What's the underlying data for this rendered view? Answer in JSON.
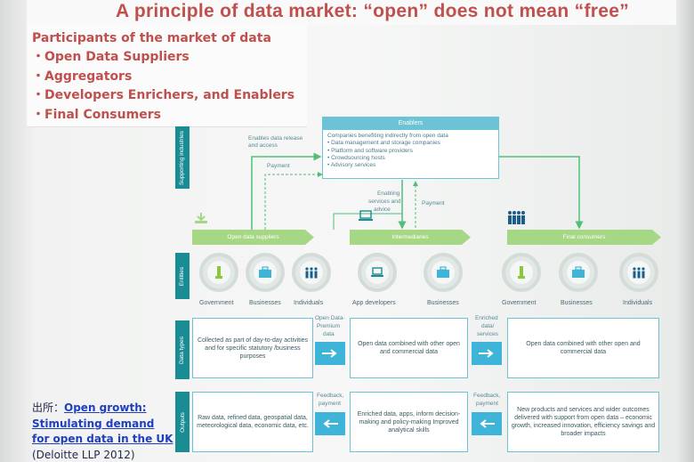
{
  "slide": {
    "title": "A principle of data market: “open” does not mean “free”"
  },
  "participants": {
    "heading": "Participants of the market of data",
    "items": [
      "・Open Data Suppliers",
      "・Aggregators",
      "・Developers Enrichers, and Enablers",
      "・Final Consumers"
    ]
  },
  "diagram": {
    "supporting_industries": "Supporting industries",
    "entities_tab": "Entities",
    "data_types_tab": "Data types",
    "outputs_tab": "Outputs",
    "enablers": {
      "head": "Enablers",
      "lines": [
        "Companies benefiting indirectly from open data",
        "• Data management and storage companies",
        "• Platform and software providers",
        "• Crowdsourcing hosts",
        "• Advisory services"
      ]
    },
    "labels": {
      "enables_release_1": "Enables data release",
      "enables_release_2": "and access",
      "payment_top": "Payment",
      "enabling_1": "Enabling",
      "enabling_2": "services and",
      "enabling_3": "advice",
      "payment_mid": "Payment"
    },
    "chevrons": [
      "Open data suppliers",
      "Intermediaries",
      "Final consumers"
    ],
    "entities": [
      "Government",
      "Businesses",
      "Individuals",
      "App developers",
      "Businesses",
      "Government",
      "Businesses",
      "Individuals"
    ],
    "data_types": {
      "box1": "Collected as part of day-to-day activities and for specific statutory /business purposes",
      "box2": "Open data combined with other open and commercial data",
      "box3": "Open data combined with other open and commercial data",
      "arrow1_label_1": "Open Data-",
      "arrow1_label_2": "Premium",
      "arrow1_label_3": "data",
      "arrow2_label_1": "Enriched",
      "arrow2_label_2": "data/",
      "arrow2_label_3": "services"
    },
    "outputs": {
      "box1": "Raw data, refined data, geospatial data, meteorological data, economic data, etc.",
      "box2": "Enriched data, apps, inform decision-making and policy-making Improved analytical skills",
      "box3": "New products and services and wider outcomes delivered with support from open data – economic growth, increased innovation, efficiency savings and broader impacts",
      "arrow1_label_1": "Feedback,",
      "arrow1_label_2": "payment",
      "arrow2_label_1": "Feedback,",
      "arrow2_label_2": "payment"
    }
  },
  "source": {
    "prefix": "出所：",
    "link_text": "Open growth: Stimulating demand for open data in the UK",
    "suffix": "(Deloitte LLP 2012)"
  }
}
